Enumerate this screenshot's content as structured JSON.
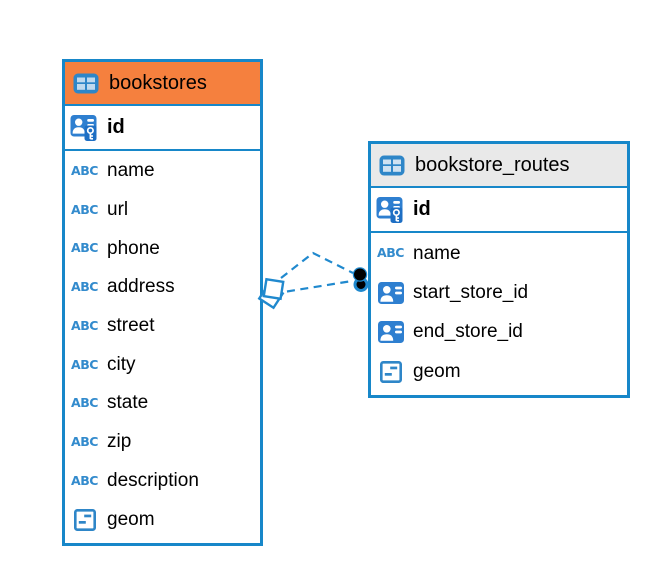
{
  "view": "entity-relationship-diagram",
  "colors": {
    "background": "#FFFFFF",
    "table_border": "#1787C9",
    "selected_header_orange": "#F5803E",
    "header_gray": "#E9E9E9",
    "key_icon_blue": "#2E7FD0",
    "type_icon_blue": "#338BCD",
    "relation_line_blue": "#2089CE",
    "text": "#000000"
  },
  "icons": {
    "text_type_label": "ABC"
  },
  "tables": [
    {
      "title": "bookstores",
      "header_style": "selected-orange",
      "header_icon": "table-icon",
      "keys": [
        {
          "name": "id",
          "icon": "primary-key-icon"
        }
      ],
      "columns": [
        {
          "name": "name",
          "icon": "text-type-icon"
        },
        {
          "name": "url",
          "icon": "text-type-icon"
        },
        {
          "name": "phone",
          "icon": "text-type-icon"
        },
        {
          "name": "address",
          "icon": "text-type-icon"
        },
        {
          "name": "street",
          "icon": "text-type-icon"
        },
        {
          "name": "city",
          "icon": "text-type-icon"
        },
        {
          "name": "state",
          "icon": "text-type-icon"
        },
        {
          "name": "zip",
          "icon": "text-type-icon"
        },
        {
          "name": "description",
          "icon": "text-type-icon"
        },
        {
          "name": "geom",
          "icon": "geometry-type-icon"
        }
      ]
    },
    {
      "title": "bookstore_routes",
      "header_style": "gray",
      "header_icon": "table-icon",
      "keys": [
        {
          "name": "id",
          "icon": "primary-key-icon"
        }
      ],
      "columns": [
        {
          "name": "name",
          "icon": "text-type-icon"
        },
        {
          "name": "start_store_id",
          "icon": "foreign-key-icon"
        },
        {
          "name": "end_store_id",
          "icon": "foreign-key-icon"
        },
        {
          "name": "geom",
          "icon": "geometry-type-icon"
        }
      ]
    }
  ],
  "relationships": [
    {
      "from": "bookstores",
      "to": "bookstore_routes",
      "line_style": "dashed",
      "source_marker": "diamond",
      "target_marker": "dot"
    },
    {
      "from": "bookstores",
      "to": "bookstore_routes",
      "line_style": "dashed",
      "source_marker": "diamond",
      "target_marker": "dot"
    }
  ]
}
